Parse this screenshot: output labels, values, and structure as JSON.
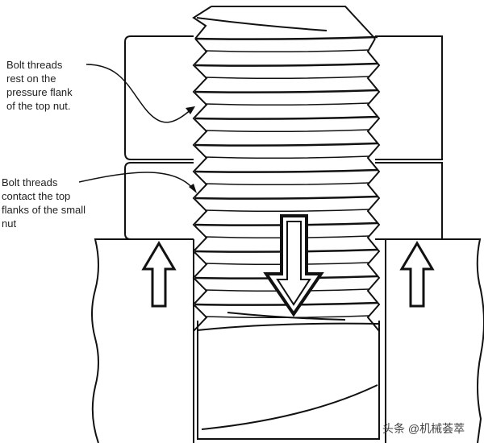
{
  "labels": {
    "top_nut": "Bolt threads\nrest on the\npressure flank\nof the top nut.",
    "small_nut": "Bolt threads\ncontact the top\nflanks of the small\nnut"
  },
  "watermark": "头条 @机械荟萃",
  "colors": {
    "line": "#111111",
    "background": "#ffffff"
  }
}
